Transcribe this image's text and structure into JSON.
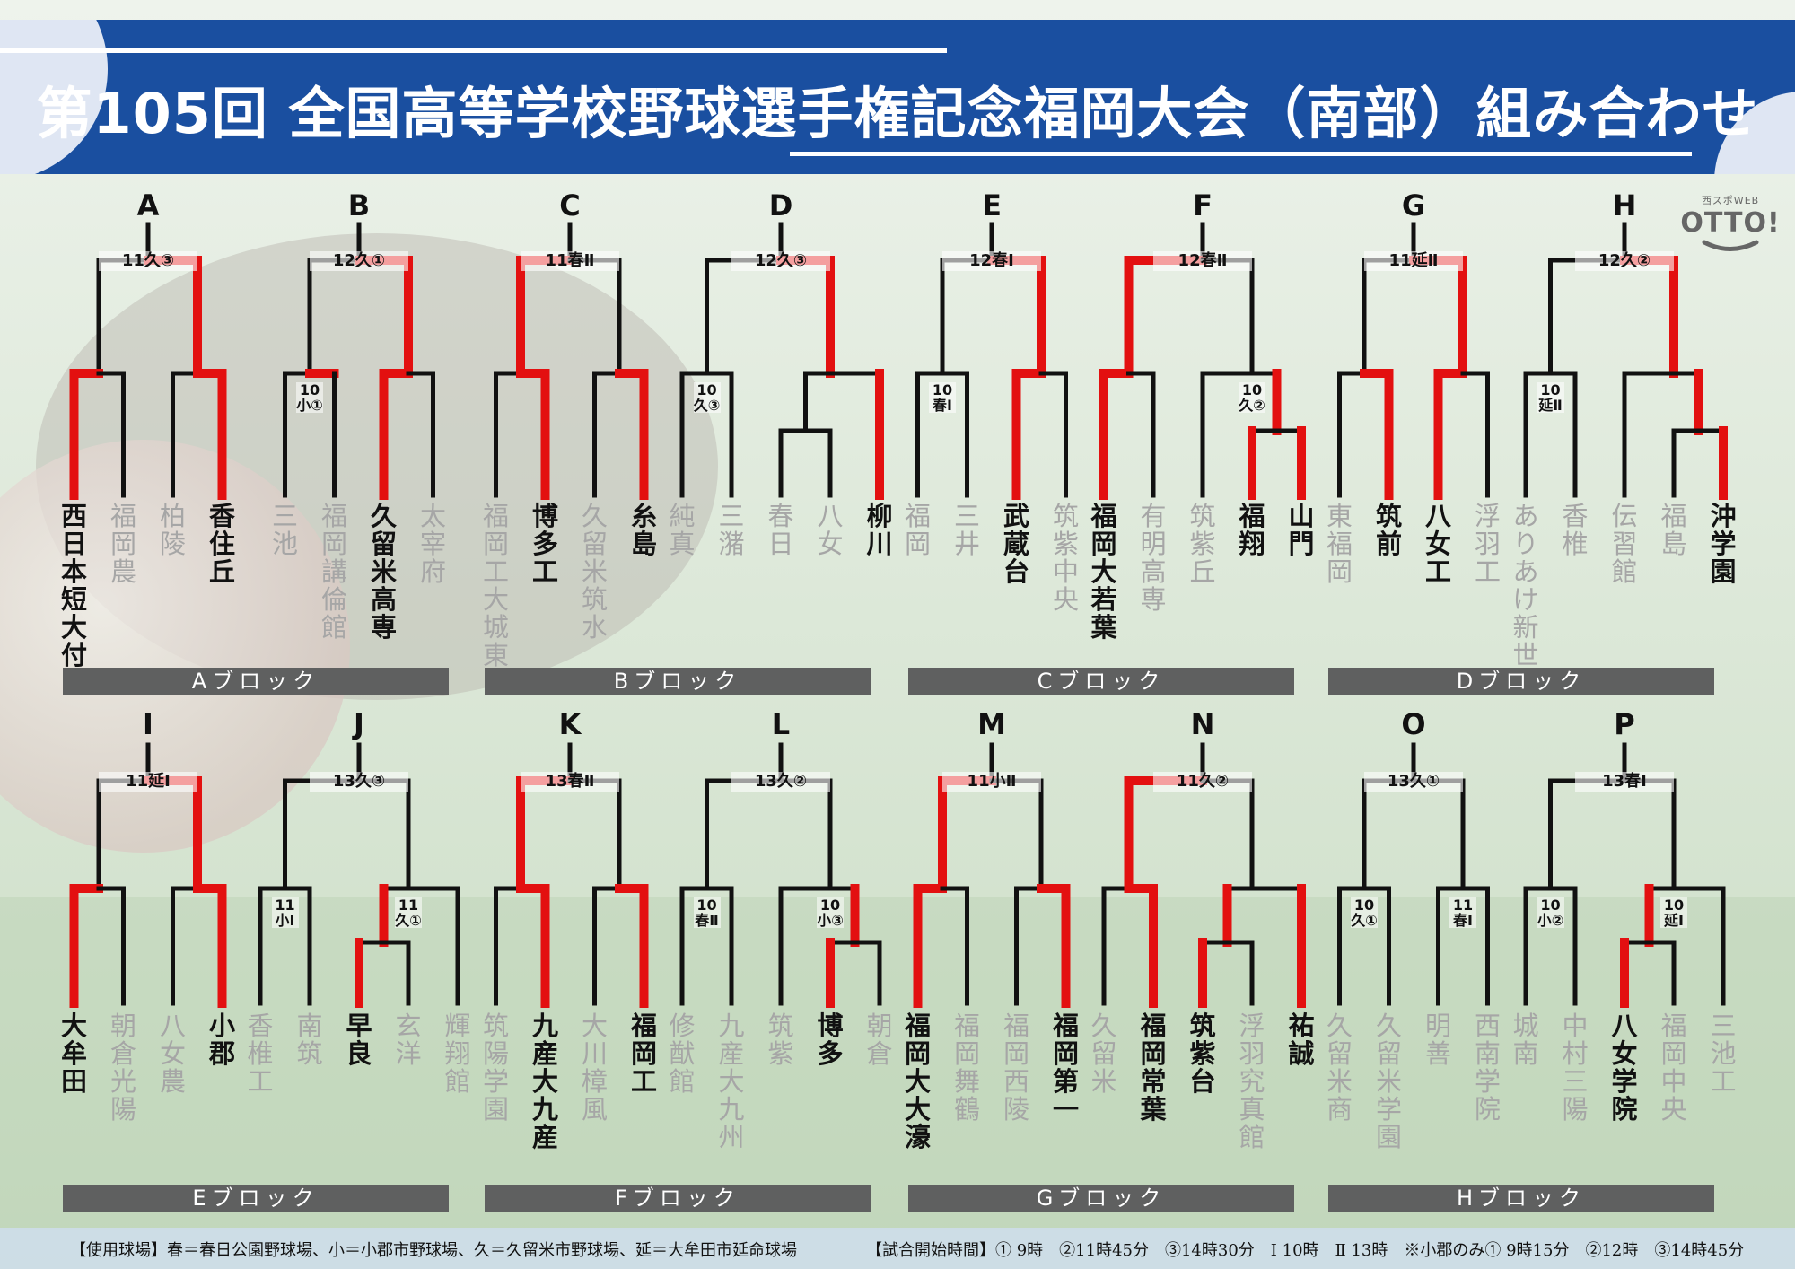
{
  "title": "第105回 全国高等学校野球選手権記念福岡大会（南部）組み合わせ",
  "logo": {
    "small": "西スポWEB",
    "big": "OTTO!"
  },
  "colors": {
    "header": "#1a4fa0",
    "winner": "#e31010",
    "line": "#111111",
    "block_bar": "#5f6060"
  },
  "groups": [
    {
      "letter": "A",
      "match": "11久③",
      "left": {
        "type": "single"
      },
      "right": {
        "type": "single"
      },
      "adv": "R",
      "teams": [
        {
          "name": "西日本短大付",
          "win": true
        },
        {
          "name": "福岡農",
          "win": false
        },
        {
          "name": "柏陵",
          "win": false
        },
        {
          "name": "香住丘",
          "win": true
        }
      ]
    },
    {
      "letter": "B",
      "match": "12久①",
      "left": {
        "type": "pair",
        "code": "10小①",
        "win": 1
      },
      "right": {
        "type": "pair",
        "code": "",
        "win": 0
      },
      "adv": "R",
      "teams": [
        {
          "name": "三池",
          "win": false
        },
        {
          "name": "福岡講倫館",
          "win": false
        },
        {
          "name": "久留米高専",
          "win": true
        },
        {
          "name": "太宰府",
          "win": false
        }
      ]
    },
    {
      "letter": "C",
      "match": "11春Ⅱ",
      "left": {
        "type": "pair",
        "code": "",
        "win": 1
      },
      "right": {
        "type": "pair",
        "code": "",
        "win": 1
      },
      "adv": "L",
      "teams": [
        {
          "name": "福岡工大城東",
          "win": false
        },
        {
          "name": "博多工",
          "win": true
        },
        {
          "name": "久留米筑水",
          "win": false
        },
        {
          "name": "糸島",
          "win": true
        }
      ]
    },
    {
      "letter": "D",
      "match": "12久③",
      "left": {
        "type": "pair",
        "code": "10久③",
        "win": null
      },
      "right": {
        "type": "tri",
        "code": "",
        "sub": 0,
        "win": 1
      },
      "adv": "R",
      "teams": [
        {
          "name": "純真",
          "win": false
        },
        {
          "name": "三潴",
          "win": false
        },
        {
          "name": "春日",
          "win": false
        },
        {
          "name": "八女",
          "win": false
        },
        {
          "name": "柳川",
          "win": true
        }
      ]
    },
    {
      "letter": "E",
      "match": "12春Ⅰ",
      "left": {
        "type": "pair",
        "code": "10春Ⅰ",
        "win": null
      },
      "right": {
        "type": "pair",
        "code": "",
        "win": 0
      },
      "adv": "R",
      "teams": [
        {
          "name": "福岡",
          "win": false
        },
        {
          "name": "三井",
          "win": false
        },
        {
          "name": "武蔵台",
          "win": true
        },
        {
          "name": "筑紫中央",
          "win": false
        }
      ]
    },
    {
      "letter": "F",
      "match": "12春Ⅱ",
      "left": {
        "type": "pair",
        "code": "",
        "win": 0
      },
      "right": {
        "type": "tri",
        "code": "10久②",
        "sub": 1,
        "win": 1
      },
      "adv": "L",
      "teams": [
        {
          "name": "福岡大若葉",
          "win": true
        },
        {
          "name": "有明高専",
          "win": false
        },
        {
          "name": "筑紫丘",
          "win": false
        },
        {
          "name": "福翔",
          "win": true
        },
        {
          "name": "山門",
          "win": true
        }
      ]
    },
    {
      "letter": "G",
      "match": "11延Ⅱ",
      "left": {
        "type": "pair",
        "code": "",
        "win": 1
      },
      "right": {
        "type": "pair",
        "code": "",
        "win": 0
      },
      "adv": "R",
      "teams": [
        {
          "name": "東福岡",
          "win": false
        },
        {
          "name": "筑前",
          "win": true
        },
        {
          "name": "八女工",
          "win": true
        },
        {
          "name": "浮羽工",
          "win": false
        }
      ]
    },
    {
      "letter": "H",
      "match": "12久②",
      "left": {
        "type": "pair",
        "code": "10延Ⅱ",
        "win": null
      },
      "right": {
        "type": "tri",
        "code": "",
        "sub": 1,
        "win": 1
      },
      "adv": "R",
      "teams": [
        {
          "name": "ありあけ新世",
          "win": false
        },
        {
          "name": "香椎",
          "win": false
        },
        {
          "name": "伝習館",
          "win": false
        },
        {
          "name": "福島",
          "win": false
        },
        {
          "name": "沖学園",
          "win": true
        }
      ]
    },
    {
      "letter": "I",
      "match": "11延Ⅰ",
      "left": {
        "type": "single"
      },
      "right": {
        "type": "single"
      },
      "adv": "R",
      "teams": [
        {
          "name": "大牟田",
          "win": true
        },
        {
          "name": "朝倉光陽",
          "win": false
        },
        {
          "name": "八女農",
          "win": false
        },
        {
          "name": "小郡",
          "win": true
        }
      ]
    },
    {
      "letter": "J",
      "match": "13久③",
      "left": {
        "type": "pair",
        "code": "11小Ⅰ",
        "win": null
      },
      "right": {
        "type": "tri",
        "code": "11久①",
        "sub": 0,
        "win": 0
      },
      "adv": null,
      "teams": [
        {
          "name": "香椎工",
          "win": false
        },
        {
          "name": "南筑",
          "win": false
        },
        {
          "name": "早良",
          "win": true
        },
        {
          "name": "玄洋",
          "win": false
        },
        {
          "name": "輝翔館",
          "win": false
        }
      ]
    },
    {
      "letter": "K",
      "match": "13春Ⅱ",
      "left": {
        "type": "pair",
        "code": "",
        "win": 1
      },
      "right": {
        "type": "pair",
        "code": "",
        "win": 1
      },
      "adv": "L",
      "teams": [
        {
          "name": "筑陽学園",
          "win": false
        },
        {
          "name": "九産大九産",
          "win": true
        },
        {
          "name": "大川樟風",
          "win": false
        },
        {
          "name": "福岡工",
          "win": true
        }
      ]
    },
    {
      "letter": "L",
      "match": "13久②",
      "left": {
        "type": "pair",
        "code": "10春Ⅱ",
        "win": null
      },
      "right": {
        "type": "tri",
        "code": "10小③",
        "sub": 1,
        "win": 0
      },
      "adv": null,
      "teams": [
        {
          "name": "修猷館",
          "win": false
        },
        {
          "name": "九産大九州",
          "win": false
        },
        {
          "name": "筑紫",
          "win": false
        },
        {
          "name": "博多",
          "win": true
        },
        {
          "name": "朝倉",
          "win": false
        }
      ]
    },
    {
      "letter": "M",
      "match": "11小Ⅱ",
      "left": {
        "type": "pair",
        "code": "",
        "win": 0
      },
      "right": {
        "type": "pair",
        "code": "",
        "win": 1
      },
      "adv": "L",
      "teams": [
        {
          "name": "福岡大大濠",
          "win": true
        },
        {
          "name": "福岡舞鶴",
          "win": false
        },
        {
          "name": "福岡西陵",
          "win": false
        },
        {
          "name": "福岡第一",
          "win": true
        }
      ]
    },
    {
      "letter": "N",
      "match": "11久②",
      "left": {
        "type": "pair",
        "code": "",
        "win": 1
      },
      "right": {
        "type": "tri",
        "code": "",
        "sub": 0,
        "win": 1
      },
      "adv": "L",
      "teams": [
        {
          "name": "久留米",
          "win": false
        },
        {
          "name": "福岡常葉",
          "win": true
        },
        {
          "name": "筑紫台",
          "win": true
        },
        {
          "name": "浮羽究真館",
          "win": false
        },
        {
          "name": "祐誠",
          "win": true
        }
      ]
    },
    {
      "letter": "O",
      "match": "13久①",
      "left": {
        "type": "pair",
        "code": "10久①",
        "win": null
      },
      "right": {
        "type": "pair",
        "code": "11春Ⅰ",
        "win": null
      },
      "adv": null,
      "teams": [
        {
          "name": "久留米商",
          "win": false
        },
        {
          "name": "久留米学園",
          "win": false
        },
        {
          "name": "明善",
          "win": false
        },
        {
          "name": "西南学院",
          "win": false
        }
      ]
    },
    {
      "letter": "P",
      "match": "13春Ⅰ",
      "left": {
        "type": "pair",
        "code": "10小②",
        "win": null
      },
      "right": {
        "type": "tri",
        "code": "10延Ⅰ",
        "sub": 0,
        "win": 0
      },
      "adv": null,
      "teams": [
        {
          "name": "城南",
          "win": false
        },
        {
          "name": "中村三陽",
          "win": false
        },
        {
          "name": "八女学院",
          "win": true
        },
        {
          "name": "福岡中央",
          "win": false
        },
        {
          "name": "三池工",
          "win": false
        }
      ]
    }
  ],
  "blocks": [
    "Aブロック",
    "Bブロック",
    "Cブロック",
    "Dブロック",
    "Eブロック",
    "Fブロック",
    "Gブロック",
    "Hブロック"
  ],
  "footer": {
    "venues": "【使用球場】春＝春日公園野球場、小＝小郡市野球場、久＝久留米市野球場、延＝大牟田市延命球場",
    "times": "【試合開始時間】① 9時　②11時45分　③14時30分　Ⅰ 10時　Ⅱ 13時　※小郡のみ① 9時15分　②12時　③14時45分"
  }
}
